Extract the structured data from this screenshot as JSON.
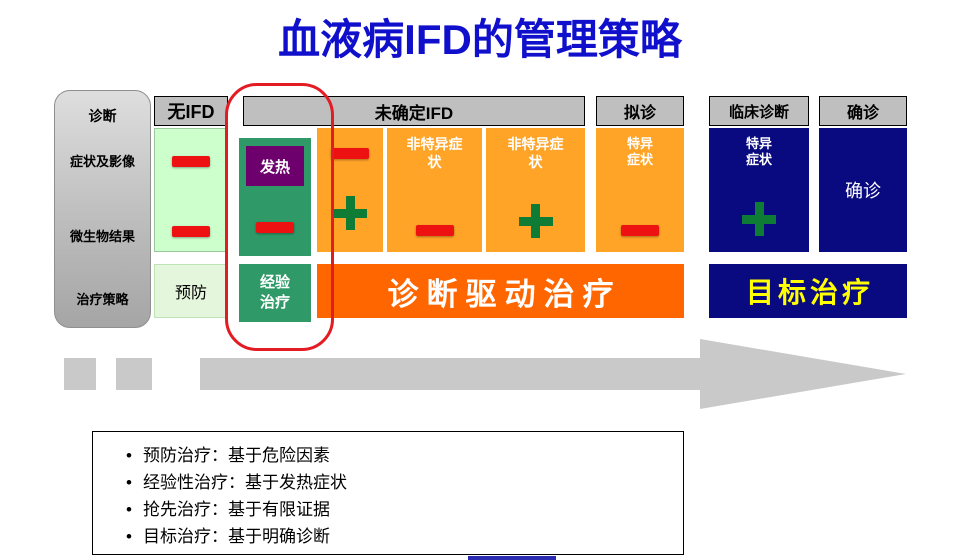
{
  "title": "血液病IFD的管理策略",
  "rows": {
    "diagnosis": "诊断",
    "symptoms": "症状及影像",
    "microbiology": "微生物结果",
    "strategy": "治疗策略"
  },
  "headers": {
    "no_ifd": "无IFD",
    "undetermined": "未确定IFD",
    "possible": "拟诊",
    "clinical": "临床诊断",
    "proven": "确诊"
  },
  "cells": {
    "fever": "发热",
    "nonspecific_minus": "非特异症状",
    "nonspecific_plus": "非特异症状",
    "specific_minus": "特异症状",
    "specific_plus": "特异症状",
    "proven": "确诊"
  },
  "treatments": {
    "prophylaxis": "预防",
    "empirical": "经验治疗",
    "diagnostic_driven": "诊断驱动治疗",
    "targeted": "目标治疗"
  },
  "legend": {
    "bullet": "•",
    "items": [
      "预防治疗：基于危险因素",
      "经验性治疗：基于发热症状",
      "抢先治疗：基于有限证据",
      "目标治疗：基于明确诊断"
    ]
  },
  "colors": {
    "title_blue": "#0F0FCC",
    "header_gray": "#BFBFBF",
    "sidebar_light": "#DEDEDE",
    "sidebar_dark": "#A5A5A5",
    "pale_green": "#CCFFCC",
    "light_green": "#E4F6DC",
    "teal_green": "#2F9A68",
    "purple": "#6E006E",
    "orange": "#FFA427",
    "deep_orange": "#FF6600",
    "navy": "#0A0A80",
    "red": "#EE1111",
    "plus_green": "#0E7C35",
    "yellow": "#FFFF00",
    "arrow_gray": "#C9C9C9",
    "highlight_red": "#E31B23",
    "footer_blue": "#2B2BB0"
  }
}
